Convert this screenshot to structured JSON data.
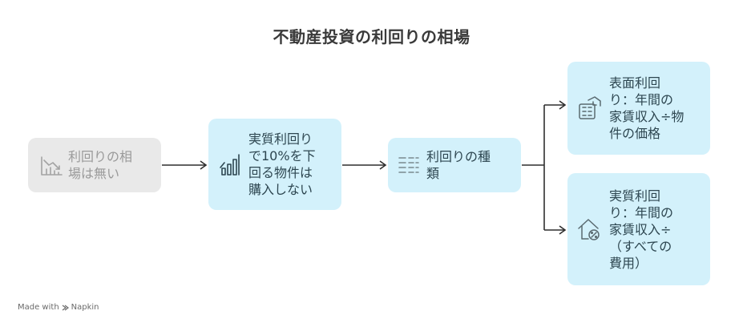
{
  "title": "不動産投資の利回りの相場",
  "nodes": {
    "n1": {
      "label_lines": [
        "利回りの相",
        "場は無い"
      ],
      "icon": "declining-chart-icon"
    },
    "n2": {
      "label_lines": [
        "実質利回り",
        "で10%を下",
        "回る物件は",
        "購入しない"
      ],
      "icon": "bar-chart-icon"
    },
    "n3": {
      "label_lines": [
        "利回りの種",
        "類"
      ],
      "icon": "list-icon"
    },
    "n4": {
      "label_lines": [
        "表面利回",
        "り：年間の",
        "家賃収入÷物",
        "件の価格"
      ],
      "icon": "calculator-house-icon"
    },
    "n5": {
      "label_lines": [
        "実質利回",
        "り：年間の",
        "家賃収入÷",
        "（すべての",
        "費用）"
      ],
      "icon": "house-percent-icon"
    }
  },
  "colors": {
    "gray_box": "#e9e9e9",
    "blue_box": "#d3f1fb",
    "connector": "#2f2f2f"
  },
  "footer": {
    "made_with": "Made with",
    "brand": "Napkin"
  }
}
